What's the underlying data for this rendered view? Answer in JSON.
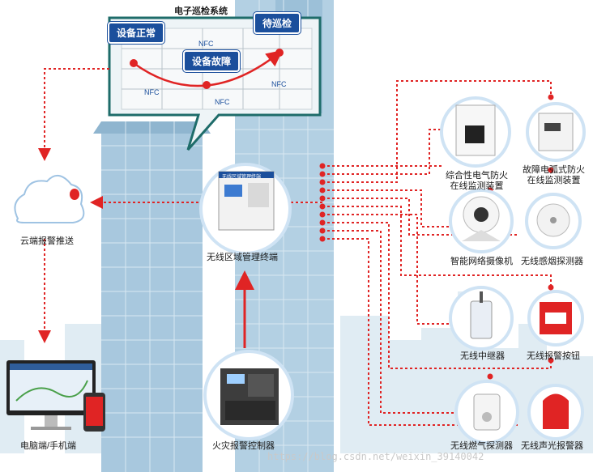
{
  "system": {
    "title": "电子巡检系统",
    "status_normal": "设备正常",
    "status_fault": "设备故障",
    "status_pending": "待巡检",
    "nfc_tag": "NFC"
  },
  "nodes": {
    "cloud": "云端报警推送",
    "pc_mobile": "电脑端/手机端",
    "terminal": "无线区域管理终端",
    "terminal_screen": "无线区域管理终端",
    "fire_controller": "火灾报警控制器",
    "electrical": "综合性电气防火\n在线监测装置",
    "arc": "故障电弧式防火\n在线监测装置",
    "camera": "智能网络摄像机",
    "smoke": "无线感烟探测器",
    "repeater": "无线中继器",
    "alarm_button": "无线报警按钮",
    "gas": "无线燃气探测器",
    "sound_light": "无线声光报警器"
  },
  "watermark": "https://blog.csdn.net/weixin_39140042",
  "colors": {
    "accent": "#1b4f9c",
    "line": "#e02424",
    "building": "#a8c8de"
  },
  "icons": [
    "cloud-icon",
    "computer-icon",
    "phone-icon",
    "terminal-icon",
    "controller-icon",
    "camera-icon",
    "smoke-icon",
    "repeater-icon",
    "button-icon",
    "gas-icon",
    "siren-icon",
    "monitor-icon",
    "breaker-icon"
  ]
}
